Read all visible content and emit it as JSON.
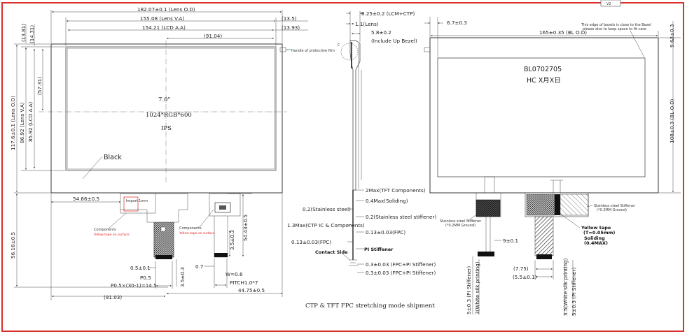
{
  "doc": {
    "rev": "V2",
    "border_color": "#d9302c"
  },
  "front": {
    "dims": {
      "width_lens_od": "182.07±0.1 (Lens O.D)",
      "width_lens_va": "155.08 (Lens V.A)",
      "width_lcd_aa": "154.21 (LCD A.A)",
      "center_h": "(91.04)",
      "right_13_5": "(13.5)",
      "right_13_93": "(13.93)",
      "top_13_81": "(13.81)",
      "top_14_31": "(14.31)",
      "left_57_31": "(57.31)",
      "height_lens_od": "117.6±0.1 (Lens O.D)",
      "height_lens_va": "86.92 (Lens V.A)",
      "height_lcd_aa": "85.92 (LCD A.A)",
      "fpc_left": "54.66±0.5",
      "total_height": "56.16±0.5",
      "fpc_right_h": "54.43±0.5",
      "conn_h": "3.5±0.3",
      "pin_w": "0.5±0.1",
      "pitch": "P0.5",
      "pitch_total": "P0.5×(30-1)=14.5",
      "tail_len": "3.5±0.3",
      "bottom_center": "(91.03)",
      "small_07": "0.7",
      "w_06": "W=0.6",
      "pitch_10": "PITCH1.0*7",
      "right_4475": "44.75±0.5"
    },
    "screen": {
      "size": "7.0\"",
      "res": "1024*RGB*600",
      "type": "IPS"
    },
    "black_label": "Black",
    "handle_note": "Handle of protective film",
    "comp_label": "Components",
    "comp_note": "Yellow tape on surface",
    "import_label": "Import 1mm"
  },
  "side": {
    "dims": {
      "total": "8.25±0.2 (LCM+CTP)",
      "lens": "1.1(Lens)",
      "bezel": "5.8±0.2",
      "bezel_note": "(Include Up Bezel)",
      "tft_comp": "2Max(TFT Components)",
      "soliding": "0.4Max(Soliding)",
      "stainless": "0.2(Stainless steel)",
      "stainless_stiff": "0.2(Stainless steel stiffener)",
      "ctp_ic": "1.3Max(CTP IC & Components)",
      "fpc1": "0.13±0.03(FPC)",
      "fpc2": "0.13±0.03(FPC)",
      "pi_stiff": "PI Stiffener",
      "contact": "Contact Side",
      "fpc_pi1": "0.3±0.03 (FPC+PI Stiffener)",
      "fpc_pi2": "0.3±0.03 (FPC+PI Stiffener)"
    },
    "caption": "CTP & TFT FPC stretching mode shipment"
  },
  "back": {
    "dims": {
      "left_67": "6.7±0.3",
      "width_bl": "165±0.35 (BL O.D)",
      "right_963": "9.63±0.3",
      "height_bl": "108±0.3 (BL O.D)",
      "fpc_9": "9±0.1",
      "d_775": "(7.75)",
      "d_55": "(5.5±0.1)",
      "pi_stiff_l": "5±0.3 (PI Stiffener)",
      "white_silk_l": "3(White silk printing)",
      "white_silk_r": "3.5(White silk printing)",
      "pi_stiff_r": "5±0.3 (PI Stiffener)"
    },
    "model": "BL0702705",
    "hc": "HC X月X日",
    "note_top": "This edge of bezels is close to the Bezel",
    "note_top2": "please also to keep space to fit case",
    "stainless_l": "Stainless steel Stiffener",
    "stainless_l2": "(*0.2MM Ground)",
    "stainless_r": "Stainless steel Stiffener",
    "stainless_r2": "(*0.2MM Ground)",
    "yellow_tape": "Yellow tape",
    "yellow_tape2": "(T=0.05mm)",
    "soliding": "Soliding",
    "soliding2": "(0.4MAX)"
  }
}
